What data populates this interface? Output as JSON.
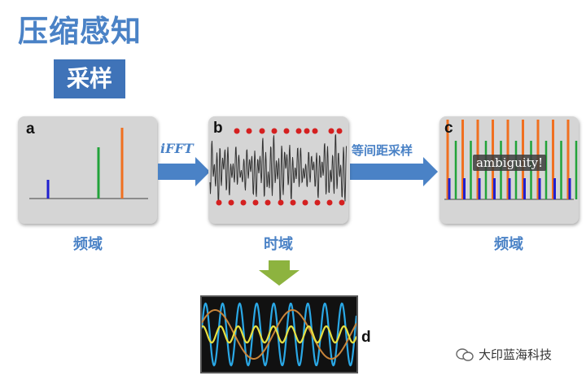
{
  "title": "压缩感知",
  "subtitle": "采样",
  "panels": {
    "a": {
      "letter": "a",
      "caption": "频域"
    },
    "b": {
      "letter": "b",
      "caption": "时域"
    },
    "c": {
      "letter": "c",
      "caption": "频域",
      "annotation": "ambiguity!"
    },
    "d": {
      "letter": "d"
    }
  },
  "arrows": {
    "ifft_label": "iFFT",
    "sampling_label": "等间距采样"
  },
  "watermark": "大印蓝海科技",
  "colors": {
    "title": "#4a82c6",
    "subtitle_bg": "#3f73b8",
    "arrow": "#4a82c6",
    "down_arrow": "#8db33f",
    "spike_blue": "#1f1fd0",
    "spike_green": "#22a33a",
    "spike_orange": "#f07020",
    "sample_dot": "#d42020",
    "wave_cyan": "#2aa8e6",
    "wave_yellow": "#e8e040",
    "wave_orange": "#c8843a"
  }
}
